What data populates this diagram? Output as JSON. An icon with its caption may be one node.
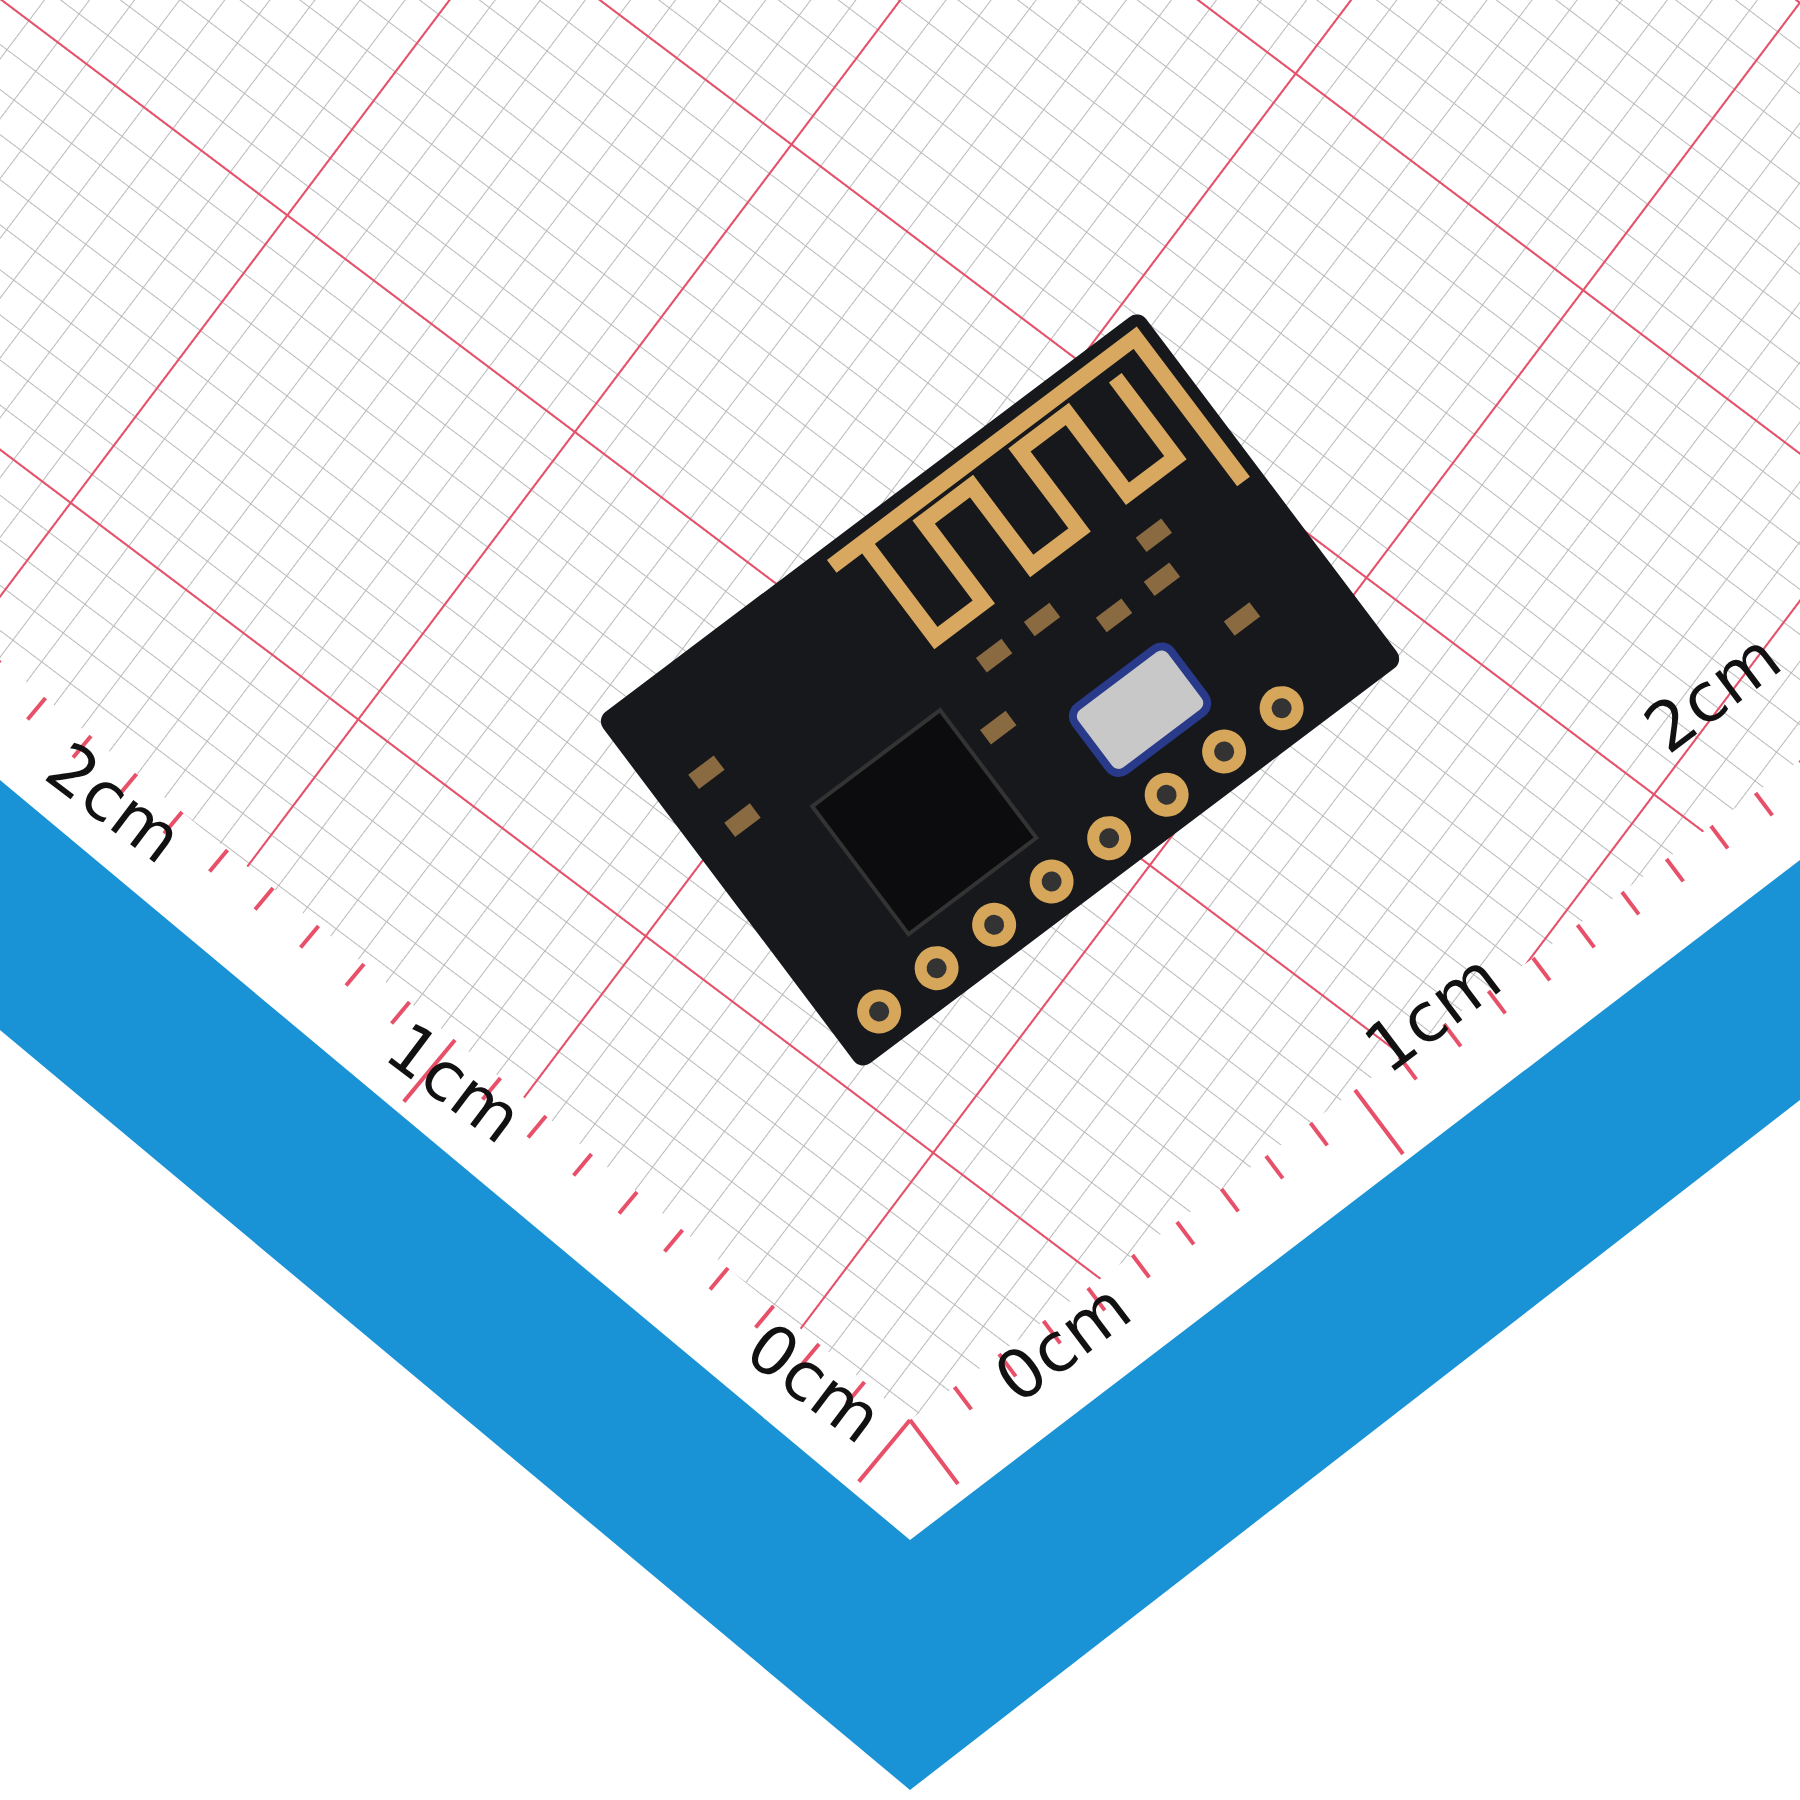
{
  "diagram": {
    "labels": [
      "2cm",
      "2cm",
      "1cm",
      "1cm",
      "0cm",
      "0cm"
    ]
  }
}
